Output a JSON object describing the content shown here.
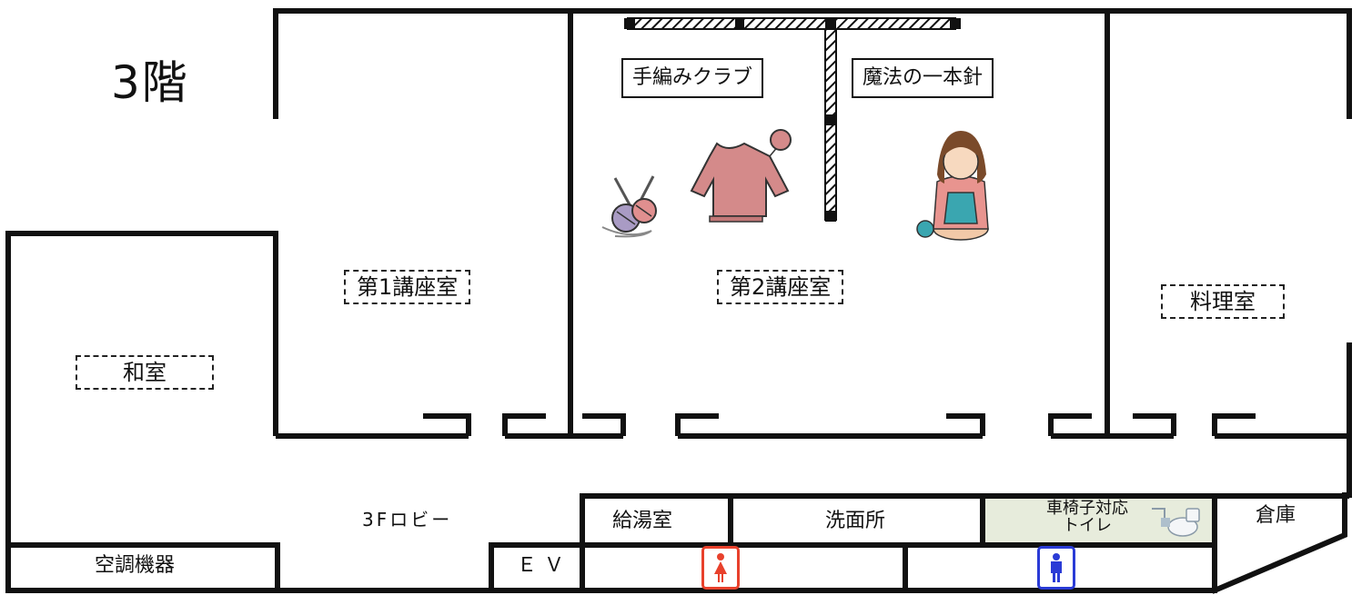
{
  "floor_title": "3階",
  "rooms": {
    "lecture1": "第1講座室",
    "lecture2": "第2講座室",
    "cooking": "料理室",
    "japanese_room": "和室",
    "lobby": "3Fロビー",
    "hvac": "空調機器",
    "elevator": "ＥＶ",
    "kitchenette": "給湯室",
    "washroom": "洗面所",
    "accessible_toilet_line1": "車椅子対応",
    "accessible_toilet_line2": "トイレ",
    "storage": "倉庫"
  },
  "clubs": {
    "left": "手編みクラブ",
    "right": "魔法の一本針"
  },
  "icons": {
    "female_toilet": "female-toilet-icon",
    "male_toilet": "male-toilet-icon",
    "wheelchair_toilet": "wheelchair-toilet-icon",
    "knitting_needles_yarn": "yarn-needles-icon",
    "sweater": "sweater-icon",
    "knitting_woman": "knitting-woman-icon"
  },
  "colors": {
    "wall": "#111111",
    "female": "#e8412c",
    "male": "#2a3bd6",
    "accessible_bg": "#e7ecdc",
    "sweater": "#d48a8a",
    "yarn_blue": "#3aa6b0"
  }
}
